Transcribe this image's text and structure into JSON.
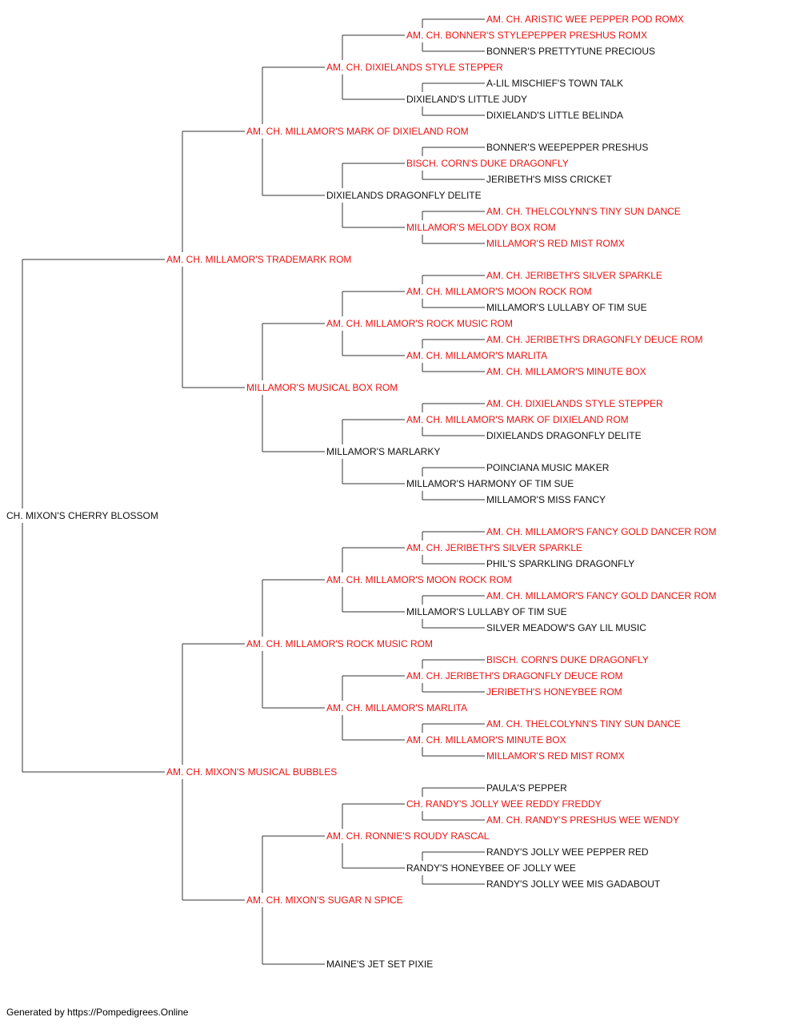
{
  "colors": {
    "highlight": "#ee1111",
    "normal": "#111111",
    "line": "#333333"
  },
  "footer": "Generated by https://Pompedigrees.Online",
  "pedigree": {
    "name": "CH. MIXON'S CHERRY BLOSSOM",
    "hl": false,
    "sire": {
      "name": "AM. CH. MILLAMOR'S TRADEMARK ROM",
      "hl": true,
      "sire": {
        "name": "AM. CH. MILLAMOR'S MARK OF DIXIELAND ROM",
        "hl": true,
        "sire": {
          "name": "AM. CH. DIXIELANDS STYLE STEPPER",
          "hl": true,
          "sire": {
            "name": "AM. CH. BONNER'S STYLEPEPPER PRESHUS ROMX",
            "hl": true,
            "sire": {
              "name": "AM. CH. ARISTIC WEE PEPPER POD ROMX",
              "hl": true
            },
            "dam": {
              "name": "BONNER'S PRETTYTUNE PRECIOUS",
              "hl": false
            }
          },
          "dam": {
            "name": "DIXIELAND'S LITTLE JUDY",
            "hl": false,
            "sire": {
              "name": "A-LIL MISCHIEF'S TOWN TALK",
              "hl": false
            },
            "dam": {
              "name": "DIXIELAND'S LITTLE BELINDA",
              "hl": false
            }
          }
        },
        "dam": {
          "name": "DIXIELANDS DRAGONFLY DELITE",
          "hl": false,
          "sire": {
            "name": "BISCH. CORN'S DUKE DRAGONFLY",
            "hl": true,
            "sire": {
              "name": "BONNER'S WEEPEPPER PRESHUS",
              "hl": false
            },
            "dam": {
              "name": "JERIBETH'S MISS CRICKET",
              "hl": false
            }
          },
          "dam": {
            "name": "MILLAMOR'S MELODY BOX ROM",
            "hl": true,
            "sire": {
              "name": "AM. CH. THELCOLYNN'S TINY SUN DANCE",
              "hl": true
            },
            "dam": {
              "name": "MILLAMOR'S RED MIST ROMX",
              "hl": true
            }
          }
        }
      },
      "dam": {
        "name": "MILLAMOR'S MUSICAL BOX ROM",
        "hl": true,
        "sire": {
          "name": "AM. CH. MILLAMOR'S ROCK MUSIC ROM",
          "hl": true,
          "sire": {
            "name": "AM. CH. MILLAMOR'S MOON ROCK ROM",
            "hl": true,
            "sire": {
              "name": "AM. CH. JERIBETH'S SILVER SPARKLE",
              "hl": true
            },
            "dam": {
              "name": "MILLAMOR'S LULLABY OF TIM SUE",
              "hl": false
            }
          },
          "dam": {
            "name": "AM. CH. MILLAMOR'S MARLITA",
            "hl": true,
            "sire": {
              "name": "AM. CH. JERIBETH'S DRAGONFLY DEUCE ROM",
              "hl": true
            },
            "dam": {
              "name": "AM. CH. MILLAMOR'S MINUTE BOX",
              "hl": true
            }
          }
        },
        "dam": {
          "name": "MILLAMOR'S MARLARKY",
          "hl": false,
          "sire": {
            "name": "AM. CH. MILLAMOR'S MARK OF DIXIELAND ROM",
            "hl": true,
            "sire": {
              "name": "AM. CH. DIXIELANDS STYLE STEPPER",
              "hl": true
            },
            "dam": {
              "name": "DIXIELANDS DRAGONFLY DELITE",
              "hl": false
            }
          },
          "dam": {
            "name": "MILLAMOR'S HARMONY OF TIM SUE",
            "hl": false,
            "sire": {
              "name": "POINCIANA MUSIC MAKER",
              "hl": false
            },
            "dam": {
              "name": "MILLAMOR'S MISS FANCY",
              "hl": false
            }
          }
        }
      }
    },
    "dam": {
      "name": "AM. CH. MIXON'S MUSICAL BUBBLES",
      "hl": true,
      "sire": {
        "name": "AM. CH. MILLAMOR'S ROCK MUSIC ROM",
        "hl": true,
        "sire": {
          "name": "AM. CH. MILLAMOR'S MOON ROCK ROM",
          "hl": true,
          "sire": {
            "name": "AM. CH. JERIBETH'S SILVER SPARKLE",
            "hl": true,
            "sire": {
              "name": "AM. CH. MILLAMOR'S FANCY GOLD DANCER ROM",
              "hl": true
            },
            "dam": {
              "name": "PHIL'S SPARKLING DRAGONFLY",
              "hl": false
            }
          },
          "dam": {
            "name": "MILLAMOR'S LULLABY OF TIM SUE",
            "hl": false,
            "sire": {
              "name": "AM. CH. MILLAMOR'S FANCY GOLD DANCER ROM",
              "hl": true
            },
            "dam": {
              "name": "SILVER MEADOW'S GAY LIL MUSIC",
              "hl": false
            }
          }
        },
        "dam": {
          "name": "AM. CH. MILLAMOR'S MARLITA",
          "hl": true,
          "sire": {
            "name": "AM. CH. JERIBETH'S DRAGONFLY DEUCE ROM",
            "hl": true,
            "sire": {
              "name": "BISCH. CORN'S DUKE DRAGONFLY",
              "hl": true
            },
            "dam": {
              "name": "JERIBETH'S HONEYBEE ROM",
              "hl": true
            }
          },
          "dam": {
            "name": "AM. CH. MILLAMOR'S MINUTE BOX",
            "hl": true,
            "sire": {
              "name": "AM. CH. THELCOLYNN'S TINY SUN DANCE",
              "hl": true
            },
            "dam": {
              "name": "MILLAMOR'S RED MIST ROMX",
              "hl": true
            }
          }
        }
      },
      "dam": {
        "name": "AM. CH. MIXON'S SUGAR N SPICE",
        "hl": true,
        "sire": {
          "name": "AM. CH. RONNIE'S ROUDY RASCAL",
          "hl": true,
          "sire": {
            "name": "CH. RANDY'S JOLLY WEE REDDY FREDDY",
            "hl": true,
            "sire": {
              "name": "PAULA'S PEPPER",
              "hl": false
            },
            "dam": {
              "name": "AM. CH. RANDY'S PRESHUS WEE WENDY",
              "hl": true
            }
          },
          "dam": {
            "name": "RANDY'S HONEYBEE OF JOLLY WEE",
            "hl": false,
            "sire": {
              "name": "RANDY'S JOLLY WEE PEPPER RED",
              "hl": false
            },
            "dam": {
              "name": "RANDY'S JOLLY WEE MIS GADABOUT",
              "hl": false
            }
          }
        },
        "dam": {
          "name": "MAINE'S JET SET PIXIE",
          "hl": false
        }
      }
    }
  }
}
